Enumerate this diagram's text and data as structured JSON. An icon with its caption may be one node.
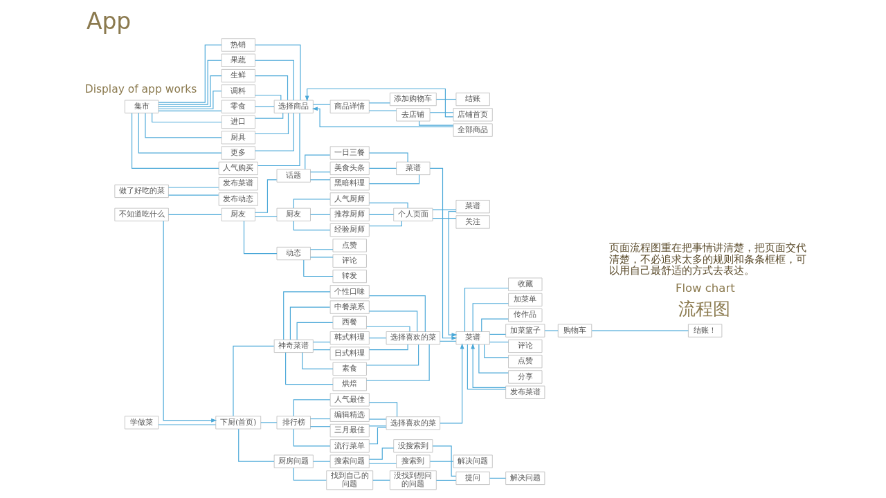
{
  "diagram": {
    "title": "App",
    "nodes": [
      {
        "text": [
          "学做菜"
        ]
      },
      {
        "text": [
          "下厨(首页)"
        ]
      },
      {
        "text": [
          "神奇菜谱"
        ]
      },
      {
        "text": [
          "个性口味"
        ]
      },
      {
        "text": [
          "中餐菜系"
        ]
      },
      {
        "text": [
          "西餐"
        ]
      },
      {
        "text": [
          "韩式料理"
        ]
      },
      {
        "text": [
          "日式料理"
        ]
      },
      {
        "text": [
          "素食"
        ]
      },
      {
        "text": [
          "烘焙"
        ]
      },
      {
        "text": [
          "选择喜欢的菜"
        ]
      },
      {
        "text": [
          "菜谱"
        ]
      },
      {
        "text": [
          "收藏"
        ]
      },
      {
        "text": [
          "加菜单"
        ]
      },
      {
        "text": [
          "传作品"
        ]
      },
      {
        "text": [
          "加菜篮子"
        ]
      },
      {
        "text": [
          "评论"
        ]
      },
      {
        "text": [
          "点赞"
        ]
      },
      {
        "text": [
          "分享"
        ]
      },
      {
        "text": [
          "发布菜谱"
        ]
      },
      {
        "text": [
          "购物车"
        ]
      },
      {
        "text": [
          "结账！"
        ]
      },
      {
        "text": [
          "排行榜"
        ]
      },
      {
        "text": [
          "人气最佳"
        ]
      },
      {
        "text": [
          "编辑精选"
        ]
      },
      {
        "text": [
          "三月最佳"
        ]
      },
      {
        "text": [
          "流行菜单"
        ]
      },
      {
        "text": [
          "选择喜欢的菜"
        ]
      },
      {
        "text": [
          "厨房问题"
        ]
      },
      {
        "text": [
          "搜索问题"
        ]
      },
      {
        "text": [
          "找到自己的问题"
        ]
      },
      {
        "text": [
          "没搜索到"
        ]
      },
      {
        "text": [
          "搜索到"
        ]
      },
      {
        "text": [
          "没找到想问的问题"
        ]
      },
      {
        "text": [
          "解决问题"
        ]
      },
      {
        "text": [
          "提问"
        ]
      },
      {
        "text": [
          "解决问题"
        ]
      },
      {
        "text": [
          "不知道吃什么"
        ]
      },
      {
        "text": [
          "厨友"
        ]
      },
      {
        "text": [
          "话题"
        ]
      },
      {
        "text": [
          "一日三餐"
        ]
      },
      {
        "text": [
          "美食头条"
        ]
      },
      {
        "text": [
          "黑暗料理"
        ]
      },
      {
        "text": [
          "菜谱"
        ]
      },
      {
        "text": [
          "厨友"
        ]
      },
      {
        "text": [
          "人气厨师"
        ]
      },
      {
        "text": [
          "推荐厨师"
        ]
      },
      {
        "text": [
          "经验厨师"
        ]
      },
      {
        "text": [
          "个人页面"
        ]
      },
      {
        "text": [
          "菜谱"
        ]
      },
      {
        "text": [
          "关注"
        ]
      },
      {
        "text": [
          "动态"
        ]
      },
      {
        "text": [
          "点赞"
        ]
      },
      {
        "text": [
          "评论"
        ]
      },
      {
        "text": [
          "转发"
        ]
      },
      {
        "text": [
          "做了好吃的菜"
        ]
      },
      {
        "text": [
          "发布菜谱"
        ]
      },
      {
        "text": [
          "发布动态"
        ]
      },
      {
        "text": [
          "集市"
        ]
      },
      {
        "text": [
          "热销"
        ]
      },
      {
        "text": [
          "果蔬"
        ]
      },
      {
        "text": [
          "生鲜"
        ]
      },
      {
        "text": [
          "调料"
        ]
      },
      {
        "text": [
          "零食"
        ]
      },
      {
        "text": [
          "进口"
        ]
      },
      {
        "text": [
          "厨具"
        ]
      },
      {
        "text": [
          "更多"
        ]
      },
      {
        "text": [
          "人气购买"
        ]
      },
      {
        "text": [
          "选择商品"
        ]
      },
      {
        "text": [
          "商品详情"
        ]
      },
      {
        "text": [
          "添加购物车"
        ]
      },
      {
        "text": [
          "结账"
        ]
      },
      {
        "text": [
          "去店铺"
        ]
      },
      {
        "text": [
          "店铺首页"
        ]
      },
      {
        "text": [
          "全部商品"
        ]
      }
    ],
    "edges": [
      {
        "from": 0,
        "to": 1,
        "arrow": "none"
      },
      {
        "from": 1,
        "to": 2,
        "arrow": "none"
      },
      {
        "from": 1,
        "to": 22,
        "arrow": "none"
      },
      {
        "from": 1,
        "to": 28,
        "arrow": "none"
      },
      {
        "from": 2,
        "to": 3,
        "arrow": "none"
      },
      {
        "from": 2,
        "to": 4,
        "arrow": "none"
      },
      {
        "from": 2,
        "to": 5,
        "arrow": "none"
      },
      {
        "from": 2,
        "to": 6,
        "arrow": "none"
      },
      {
        "from": 2,
        "to": 7,
        "arrow": "none"
      },
      {
        "from": 2,
        "to": 8,
        "arrow": "none"
      },
      {
        "from": 2,
        "to": 9,
        "arrow": "none"
      },
      {
        "from": 3,
        "to": 10,
        "arrow": "none"
      },
      {
        "from": 4,
        "to": 10,
        "arrow": "none"
      },
      {
        "from": 5,
        "to": 10,
        "arrow": "none"
      },
      {
        "from": 6,
        "to": 10,
        "arrow": "none"
      },
      {
        "from": 7,
        "to": 10,
        "arrow": "none"
      },
      {
        "from": 8,
        "to": 10,
        "arrow": "none"
      },
      {
        "from": 9,
        "to": 10,
        "arrow": "none"
      },
      {
        "from": 10,
        "to": 11,
        "arrow": "none"
      },
      {
        "from": 11,
        "to": 12,
        "arrow": "none"
      },
      {
        "from": 11,
        "to": 13,
        "arrow": "none"
      },
      {
        "from": 11,
        "to": 14,
        "arrow": "none"
      },
      {
        "from": 11,
        "to": 15,
        "arrow": "none"
      },
      {
        "from": 11,
        "to": 16,
        "arrow": "none"
      },
      {
        "from": 11,
        "to": 17,
        "arrow": "none"
      },
      {
        "from": 11,
        "to": 18,
        "arrow": "none"
      },
      {
        "from": 11,
        "to": 19,
        "arrow": "none"
      },
      {
        "from": 15,
        "to": 20,
        "arrow": "none"
      },
      {
        "from": 20,
        "to": 21,
        "arrow": "none"
      },
      {
        "from": 19,
        "to": 11,
        "arrow": "to"
      },
      {
        "from": 22,
        "to": 23,
        "arrow": "none"
      },
      {
        "from": 22,
        "to": 24,
        "arrow": "none"
      },
      {
        "from": 22,
        "to": 25,
        "arrow": "none"
      },
      {
        "from": 22,
        "to": 26,
        "arrow": "none"
      },
      {
        "from": 23,
        "to": 27,
        "arrow": "none"
      },
      {
        "from": 24,
        "to": 27,
        "arrow": "none"
      },
      {
        "from": 25,
        "to": 27,
        "arrow": "none"
      },
      {
        "from": 26,
        "to": 27,
        "arrow": "none"
      },
      {
        "from": 27,
        "to": 11,
        "arrow": "to"
      },
      {
        "from": 28,
        "to": 29,
        "arrow": "none"
      },
      {
        "from": 28,
        "to": 30,
        "arrow": "none"
      },
      {
        "from": 29,
        "to": 31,
        "arrow": "none"
      },
      {
        "from": 29,
        "to": 32,
        "arrow": "none"
      },
      {
        "from": 30,
        "to": 33,
        "arrow": "none"
      },
      {
        "from": 32,
        "to": 34,
        "arrow": "none"
      },
      {
        "from": 31,
        "to": 35,
        "arrow": "none"
      },
      {
        "from": 33,
        "to": 35,
        "arrow": "none"
      },
      {
        "from": 35,
        "to": 36,
        "arrow": "none"
      },
      {
        "from": 37,
        "to": 38,
        "arrow": "none"
      },
      {
        "from": 37,
        "to": 1,
        "arrow": "to"
      },
      {
        "from": 38,
        "to": 39,
        "arrow": "none"
      },
      {
        "from": 38,
        "to": 44,
        "arrow": "none"
      },
      {
        "from": 38,
        "to": 51,
        "arrow": "none"
      },
      {
        "from": 39,
        "to": 40,
        "arrow": "none"
      },
      {
        "from": 39,
        "to": 41,
        "arrow": "none"
      },
      {
        "from": 39,
        "to": 42,
        "arrow": "none"
      },
      {
        "from": 40,
        "to": 43,
        "arrow": "none"
      },
      {
        "from": 41,
        "to": 43,
        "arrow": "none"
      },
      {
        "from": 42,
        "to": 43,
        "arrow": "none"
      },
      {
        "from": 43,
        "to": 11,
        "arrow": "to"
      },
      {
        "from": 44,
        "to": 45,
        "arrow": "none"
      },
      {
        "from": 44,
        "to": 46,
        "arrow": "none"
      },
      {
        "from": 44,
        "to": 47,
        "arrow": "none"
      },
      {
        "from": 45,
        "to": 48,
        "arrow": "none"
      },
      {
        "from": 46,
        "to": 48,
        "arrow": "none"
      },
      {
        "from": 47,
        "to": 48,
        "arrow": "none"
      },
      {
        "from": 48,
        "to": 49,
        "arrow": "none"
      },
      {
        "from": 48,
        "to": 50,
        "arrow": "none"
      },
      {
        "from": 49,
        "to": 11,
        "arrow": "to"
      },
      {
        "from": 51,
        "to": 52,
        "arrow": "none"
      },
      {
        "from": 51,
        "to": 53,
        "arrow": "none"
      },
      {
        "from": 51,
        "to": 54,
        "arrow": "none"
      },
      {
        "from": 55,
        "to": 56,
        "arrow": "none"
      },
      {
        "from": 55,
        "to": 57,
        "arrow": "none"
      },
      {
        "from": 58,
        "to": 59,
        "arrow": "none"
      },
      {
        "from": 58,
        "to": 60,
        "arrow": "none"
      },
      {
        "from": 58,
        "to": 61,
        "arrow": "none"
      },
      {
        "from": 58,
        "to": 62,
        "arrow": "none"
      },
      {
        "from": 58,
        "to": 63,
        "arrow": "none"
      },
      {
        "from": 58,
        "to": 64,
        "arrow": "none"
      },
      {
        "from": 58,
        "to": 65,
        "arrow": "none"
      },
      {
        "from": 58,
        "to": 66,
        "arrow": "none"
      },
      {
        "from": 58,
        "to": 67,
        "arrow": "none"
      },
      {
        "from": 59,
        "to": 68,
        "arrow": "none"
      },
      {
        "from": 60,
        "to": 68,
        "arrow": "none"
      },
      {
        "from": 61,
        "to": 68,
        "arrow": "none"
      },
      {
        "from": 62,
        "to": 68,
        "arrow": "none"
      },
      {
        "from": 63,
        "to": 68,
        "arrow": "none"
      },
      {
        "from": 64,
        "to": 68,
        "arrow": "none"
      },
      {
        "from": 65,
        "to": 68,
        "arrow": "none"
      },
      {
        "from": 66,
        "to": 68,
        "arrow": "none"
      },
      {
        "from": 67,
        "to": 68,
        "arrow": "none"
      },
      {
        "from": 68,
        "to": 69,
        "arrow": "none"
      },
      {
        "from": 69,
        "to": 70,
        "arrow": "none"
      },
      {
        "from": 69,
        "to": 72,
        "arrow": "none"
      },
      {
        "from": 70,
        "to": 71,
        "arrow": "none"
      },
      {
        "from": 72,
        "to": 73,
        "arrow": "none"
      },
      {
        "from": 72,
        "to": 74,
        "arrow": "none"
      },
      {
        "from": 73,
        "to": 68,
        "arrow": "to"
      },
      {
        "from": 74,
        "to": 68,
        "arrow": "to"
      }
    ],
    "labels": [
      "Display of app works",
      "流程图",
      "Flow chart",
      "页面流程图重在把事情讲清楚，把页面交代清楚，不必追求太多的规则和条条框框，可以用自己最舒适的方式去表达。"
    ]
  }
}
